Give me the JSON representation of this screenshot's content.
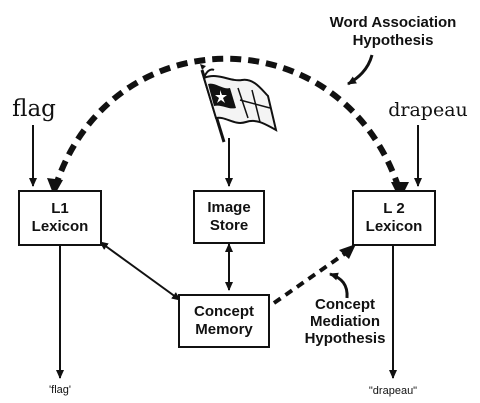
{
  "words": {
    "l1_word": "flag",
    "l2_word": "drapeau"
  },
  "boxes": {
    "l1_lexicon": [
      "L1",
      "Lexicon"
    ],
    "image_store": [
      "Image",
      "Store"
    ],
    "l2_lexicon": [
      "L 2",
      "Lexicon"
    ],
    "concept_memory": [
      "Concept",
      "Memory"
    ]
  },
  "hypotheses": {
    "word_association": [
      "Word Association",
      "Hypothesis"
    ],
    "concept_mediation": [
      "Concept",
      "Mediation",
      "Hypothesis"
    ]
  },
  "outputs": {
    "l1_output": "'flag'",
    "l2_output": "\"drapeau\""
  },
  "colors": {
    "ink": "#111111",
    "background": "#ffffff",
    "flag_fill": "#f4f4f4"
  },
  "icons": {
    "flag_picture": "flag-with-star-icon"
  }
}
